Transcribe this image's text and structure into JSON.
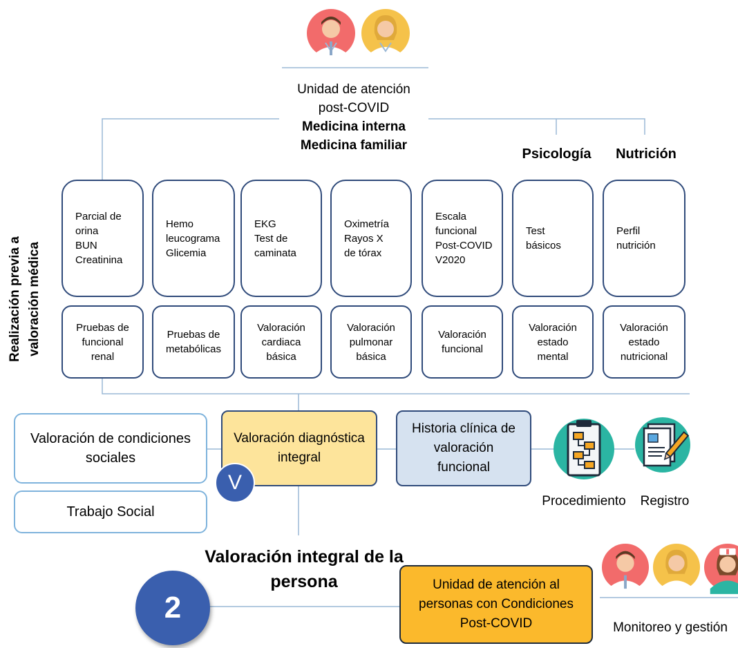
{
  "header": {
    "line1": "Unidad de atención",
    "line2": "post-COVID",
    "line3": "Medicina interna",
    "line4": "Medicina familiar"
  },
  "specialties": {
    "psicologia": "Psicología",
    "nutricion": "Nutrición"
  },
  "vertical_label": {
    "line1": "Realización previa a",
    "line2": "valoración médica"
  },
  "columns": [
    {
      "top": [
        "Parcial de",
        "orina",
        "BUN",
        "Creatinina"
      ],
      "bottom": [
        "Pruebas de",
        "funcional",
        "renal"
      ]
    },
    {
      "top": [
        "Hemo",
        "leucograma",
        "Glicemia"
      ],
      "bottom": [
        "Pruebas de",
        "metabólicas"
      ]
    },
    {
      "top": [
        "EKG",
        "Test de",
        "caminata"
      ],
      "bottom": [
        "Valoración",
        "cardiaca",
        "básica"
      ]
    },
    {
      "top": [
        "Oximetría",
        "Rayos X",
        "de tórax"
      ],
      "bottom": [
        "Valoración",
        "pulmonar",
        "básica"
      ]
    },
    {
      "top": [
        "Escala",
        "funcional",
        "Post-COVID",
        "V2020"
      ],
      "bottom": [
        "Valoración",
        "funcional"
      ]
    },
    {
      "top": [
        "Test",
        "básicos"
      ],
      "bottom": [
        "Valoración",
        "estado",
        "mental"
      ]
    },
    {
      "top": [
        "Perfil",
        "nutrición"
      ],
      "bottom": [
        "Valoración",
        "estado",
        "nutricional"
      ]
    }
  ],
  "middle": {
    "social": [
      "Valoración de condiciones",
      "sociales"
    ],
    "trabajo_social": "Trabajo Social",
    "diagnostica": [
      "Valoración diagnóstica",
      "integral"
    ],
    "v_badge": "V",
    "historia": [
      "Historia clínica de",
      "valoración",
      "funcional"
    ],
    "procedimiento": "Procedimiento",
    "registro": "Registro"
  },
  "bottom": {
    "title": [
      "Valoración integral de la",
      "persona"
    ],
    "number": "2",
    "unidad": [
      "Unidad de atención al",
      "personas con Condiciones",
      "Post-COVID"
    ],
    "monitoreo": "Monitoreo y gestión"
  },
  "colors": {
    "box_border": "#2f4a7a",
    "line": "#9ab8d6",
    "diagnostica_fill": "#fde49b",
    "historia_fill": "#d6e2f0",
    "unidad_fill": "#fbb92c",
    "badge_fill": "#3a5fae",
    "icon_fill": "#2bb5a3"
  },
  "icons": [
    "doctor-male-icon",
    "doctor-female-icon",
    "nurse-icon",
    "clipboard-flowchart-icon",
    "document-pencil-icon"
  ]
}
